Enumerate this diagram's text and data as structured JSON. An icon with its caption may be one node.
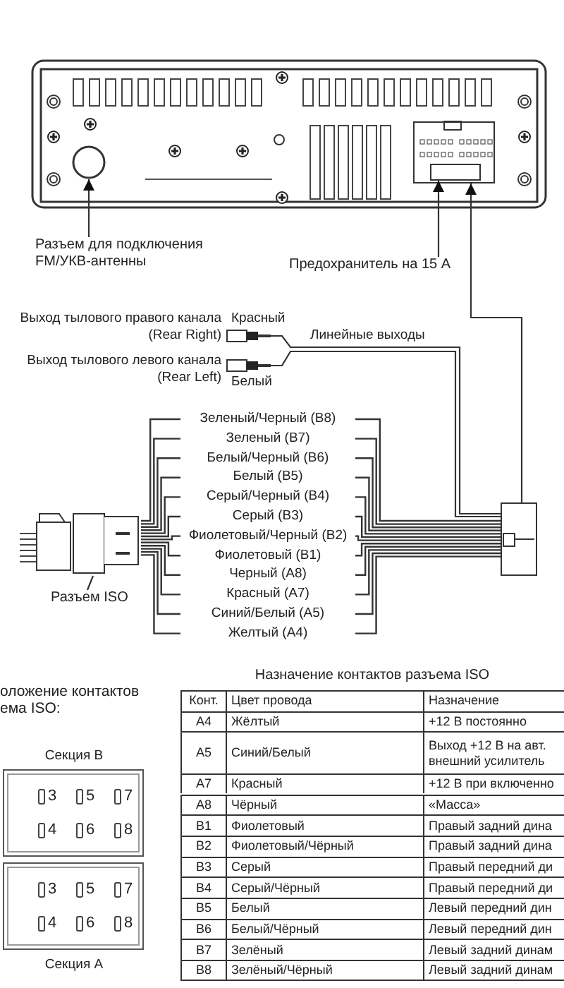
{
  "diagram": {
    "nodes": [
      {
        "text": [],
        "shape": "picture"
      },
      {
        "text": [],
        "shape": "circle",
        "in": 0
      },
      {
        "text": [],
        "shape": "box",
        "in": 3
      },
      {
        "text": [],
        "shape": "box",
        "in": 0
      },
      {
        "text": [
          "Разъем для подключения FM/УКВ-антенны"
        ]
      },
      {
        "text": [
          "Предохранитель на 15 А"
        ]
      },
      {
        "text": [],
        "shape": "picture",
        "beside": [
          "Выход тылового правого канала (Rear Right)",
          "Красный"
        ]
      },
      {
        "text": [],
        "shape": "picture",
        "beside": [
          "Выход тылового левого канала (Rear Left)",
          "Белый"
        ]
      },
      {
        "text": [],
        "shape": "box"
      },
      {
        "text": [],
        "shape": "picture"
      },
      {
        "text": [
          "Разъем ISO"
        ]
      },
      {
        "text": [
          "3",
          "5",
          "7",
          "4",
          "6",
          "8"
        ],
        "beside": [
          "Секция B"
        ]
      },
      {
        "text": [
          "3",
          "5",
          "7",
          "4",
          "6",
          "8"
        ],
        "beside": [
          "Секция A"
        ]
      }
    ],
    "edges": [
      {
        "from": 4,
        "to": 1,
        "arrow": "to"
      },
      {
        "from": 5,
        "to": 2,
        "arrow": "to"
      },
      {
        "from": 8,
        "to": 3,
        "arrow": "to"
      },
      {
        "from": 6,
        "to": 8,
        "arrow": "none",
        "label": "Линейные выходы"
      },
      {
        "from": 7,
        "to": 8,
        "arrow": "none"
      },
      {
        "from": 9,
        "to": 8,
        "arrow": "none",
        "label": "Зеленый/Черный (B8)"
      },
      {
        "from": 9,
        "to": 8,
        "arrow": "none",
        "label": "Зеленый (B7)"
      },
      {
        "from": 9,
        "to": 8,
        "arrow": "none",
        "label": "Белый/Черный (B6)"
      },
      {
        "from": 9,
        "to": 8,
        "arrow": "none",
        "label": "Белый (B5)"
      },
      {
        "from": 9,
        "to": 8,
        "arrow": "none",
        "label": "Серый/Черный (B4)"
      },
      {
        "from": 9,
        "to": 8,
        "arrow": "none",
        "label": "Серый (B3)"
      },
      {
        "from": 9,
        "to": 8,
        "arrow": "none",
        "label": "Фиолетовый/Черный (B2)"
      },
      {
        "from": 9,
        "to": 8,
        "arrow": "none",
        "label": "Фиолетовый (B1)"
      },
      {
        "from": 9,
        "to": 8,
        "arrow": "none",
        "label": "Черный (A8)"
      },
      {
        "from": 9,
        "to": 8,
        "arrow": "none",
        "label": "Красный (A7)"
      },
      {
        "from": 9,
        "to": 8,
        "arrow": "none",
        "label": "Синий/Белый (A5)"
      },
      {
        "from": 9,
        "to": 8,
        "arrow": "none",
        "label": "Желтый (A4)"
      },
      {
        "from": 10,
        "to": 9,
        "arrow": "none"
      }
    ],
    "labels": [
      "оложение контактов ема ISO:",
      "Назначение контактов разъема ISO",
      "Конт.",
      "Цвет провода",
      "Назначение",
      "A4",
      "Жёлтый",
      "+12 В постоянно",
      "A5",
      "Синий/Белый",
      "Выход +12 В на авт. внешний усилитель",
      "A7",
      "Красный",
      "+12 В при включенно",
      "A8",
      "Чёрный",
      "«Масса»",
      "B1",
      "Фиолетовый",
      "Правый задний дина",
      "B2",
      "Фиолетовый/Чёрный",
      "Правый задний дина",
      "B3",
      "Серый",
      "Правый передний ди",
      "B4",
      "Серый/Чёрный",
      "Правый передний ди",
      "B5",
      "Белый",
      "Левый передний дин",
      "B6",
      "Белый/Чёрный",
      "Левый передний дин",
      "B7",
      "Зелёный",
      "Левый задний динам",
      "B8",
      "Зелёный/Чёрный",
      "Левый задний динам"
    ]
  }
}
